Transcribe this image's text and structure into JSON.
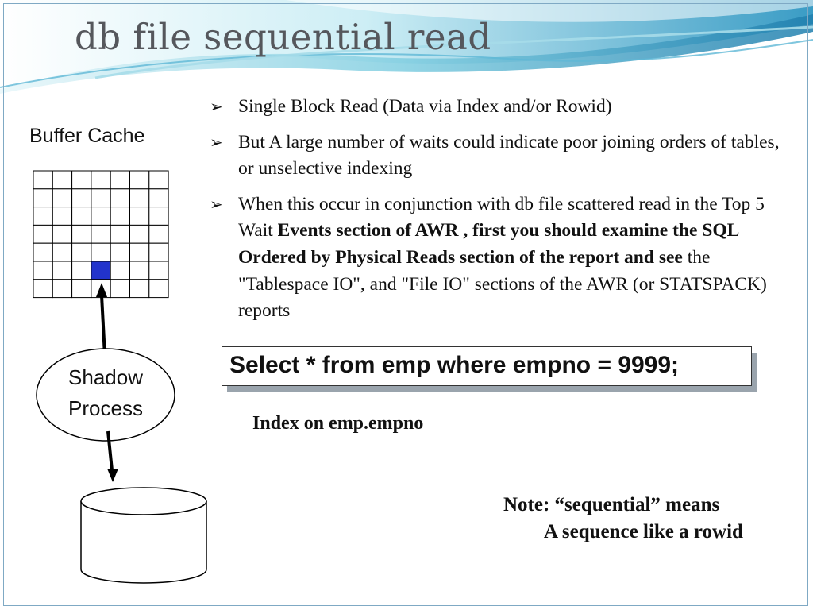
{
  "title": "db file sequential read",
  "diagram": {
    "buffer_cache_label": "Buffer Cache",
    "grid": {
      "rows": 7,
      "cols": 7,
      "highlight_row": 5,
      "highlight_col": 3,
      "highlight_color": "#2233cc"
    },
    "shadow_process_line1": "Shadow",
    "shadow_process_line2": "Process"
  },
  "bullets": [
    {
      "marker": "➢",
      "parts": [
        {
          "text": "Single Block Read (Data via Index and/or Rowid)",
          "bold": false
        }
      ]
    },
    {
      "marker": "➢",
      "parts": [
        {
          "text": "But A large number of waits could indicate poor joining orders of tables, or unselective indexing",
          "bold": false
        }
      ]
    },
    {
      "marker": "➢",
      "parts": [
        {
          "text": "When this occur in conjunction  with db file scattered read in the Top 5 Wait ",
          "bold": false
        },
        {
          "text": "Events section of AWR , first you should examine the SQL Ordered by Physical Reads section of the report  and see",
          "bold": true
        },
        {
          "text": "  the \"Tablespace IO\", and \"File IO\" sections of the AWR (or STATSPACK) reports",
          "bold": false
        }
      ]
    }
  ],
  "sql_statement": "Select * from emp where empno = 9999;",
  "index_note": "Index on emp.empno",
  "note_line1": "Note: “sequential” means",
  "note_line2": "A sequence like a rowid",
  "colors": {
    "title": "#55575c",
    "wave_dark": "#2e86b3",
    "wave_light": "#8fd1e3"
  }
}
